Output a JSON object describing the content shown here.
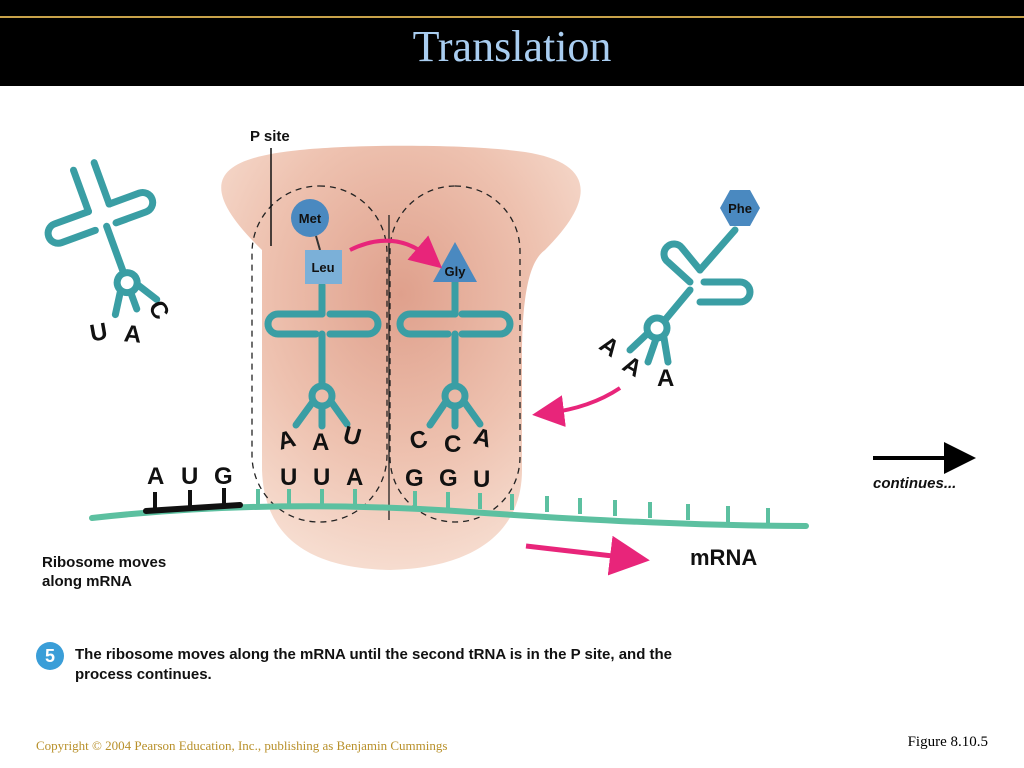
{
  "slide": {
    "title": "Translation",
    "copyright": "Copyright © 2004 Pearson Education, Inc., publishing as Benjamin Cummings",
    "figure": "Figure 8.10.5"
  },
  "diagram": {
    "p_site_label": "P site",
    "continues_label": "continues...",
    "mrna_label": "mRNA",
    "ribosome_label_line1": "Ribosome moves",
    "ribosome_label_line2": "along mRNA",
    "mrna_codons": [
      "A",
      "U",
      "G",
      "U",
      "U",
      "A",
      "G",
      "G",
      "U"
    ],
    "trna_exiting": {
      "anticodon": [
        "U",
        "A",
        "C"
      ]
    },
    "trna_p_site": {
      "amino_acids": [
        "Met",
        "Leu"
      ],
      "anticodon": [
        "A",
        "A",
        "U"
      ]
    },
    "trna_a_site": {
      "amino_acid": "Gly",
      "anticodon": [
        "C",
        "C",
        "A"
      ]
    },
    "trna_incoming": {
      "amino_acid": "Phe",
      "anticodon": [
        "A",
        "A",
        "A"
      ]
    }
  },
  "step": {
    "number": "5",
    "text_line1": "The ribosome moves along the mRNA until the second tRNA is in the P site, and the",
    "text_line2": "process continues."
  },
  "colors": {
    "trna": "#3a9ea4",
    "ribosome": "#e6b4a0",
    "arrow": "#e8257a",
    "mrna": "#5cc0a0",
    "title": "#a9cdf0",
    "amino_acid": "#7bb0d8"
  }
}
